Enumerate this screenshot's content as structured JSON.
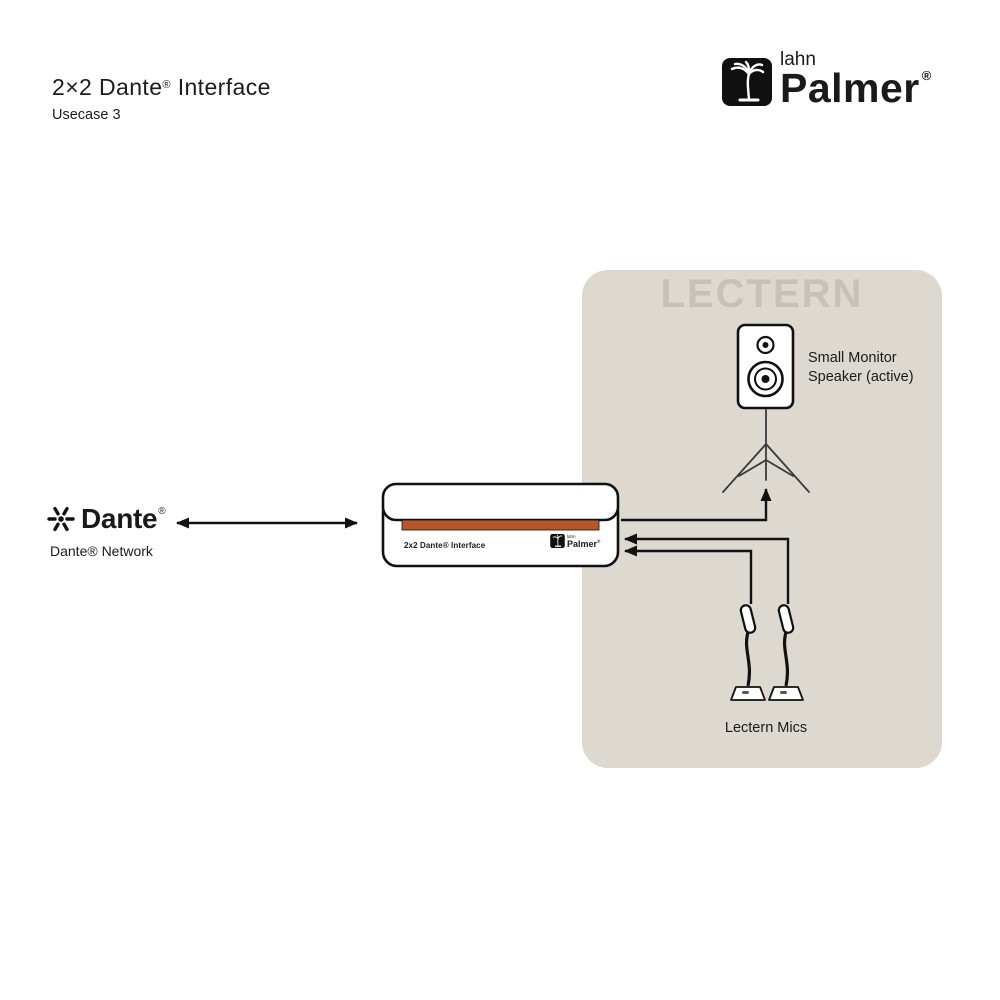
{
  "header": {
    "title_main": "2×2 Dante",
    "title_reg": "®",
    "title_tail": " Interface",
    "subtitle": "Usecase 3"
  },
  "brand": {
    "top": "lahn",
    "name": "Palmer",
    "reg": "®"
  },
  "lectern": {
    "label": "LECTERN",
    "speaker_label": "Small Monitor Speaker (active)",
    "mics_label": "Lectern Mics"
  },
  "device": {
    "label": "2x2 Dante® Interface",
    "brand_top": "lahn",
    "brand_name": "Palmer",
    "brand_reg": "®"
  },
  "dante": {
    "name": "Dante",
    "reg": "®",
    "network_label": "Dante® Network"
  },
  "colors": {
    "panel": "#ddd9d1",
    "panel_label": "#c7c2b8",
    "stripe": "#b5562b",
    "ink": "#111111"
  }
}
